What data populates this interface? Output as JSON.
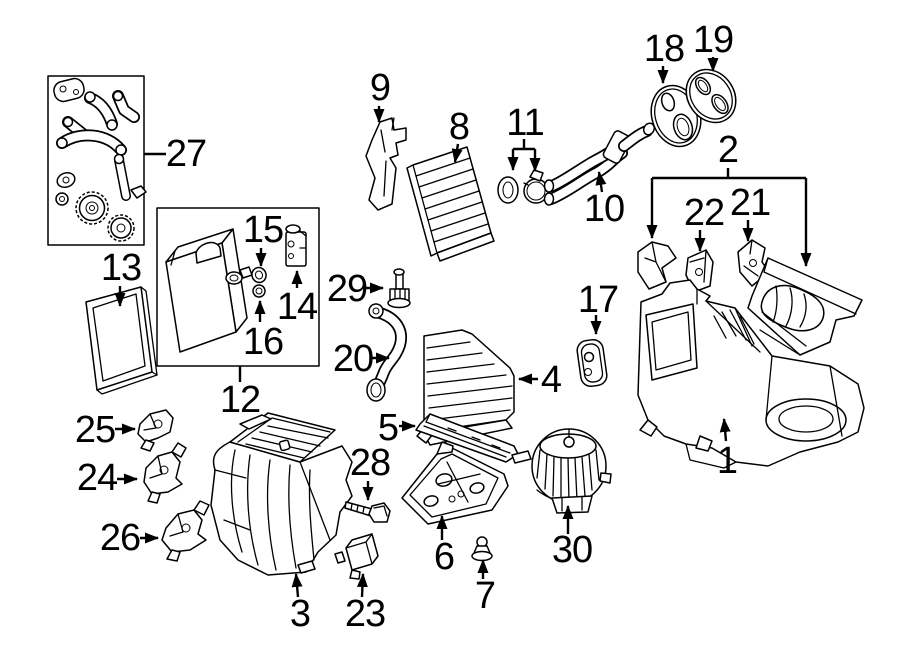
{
  "diagram": {
    "kind": "exploded-parts-diagram",
    "subject": "HVAC evaporator, heater and blower components",
    "colors": {
      "line": "#000000",
      "background": "#ffffff"
    },
    "callouts": {
      "c1": {
        "label": "1",
        "part": "hvac-housing-assembly"
      },
      "c2": {
        "label": "2",
        "part": "housing-cover-and-bracket-group"
      },
      "c3": {
        "label": "3",
        "part": "air-distribution-housing"
      },
      "c4": {
        "label": "4",
        "part": "louvered-air-duct"
      },
      "c5": {
        "label": "5",
        "part": "seal-strip"
      },
      "c6": {
        "label": "6",
        "part": "lower-mounting-plate"
      },
      "c7": {
        "label": "7",
        "part": "grommet"
      },
      "c8": {
        "label": "8",
        "part": "heater-core"
      },
      "c9": {
        "label": "9",
        "part": "side-bracket"
      },
      "c10": {
        "label": "10",
        "part": "heater-hose-assembly"
      },
      "c11": {
        "label": "11",
        "part": "hose-seal-and-clamp"
      },
      "c12": {
        "label": "12",
        "part": "evaporator-kit-box"
      },
      "c13": {
        "label": "13",
        "part": "cabin-air-filter"
      },
      "c14": {
        "label": "14",
        "part": "expansion-valve"
      },
      "c15": {
        "label": "15",
        "part": "o-ring-upper"
      },
      "c16": {
        "label": "16",
        "part": "o-ring-lower"
      },
      "c17": {
        "label": "17",
        "part": "pipe-seal-plate"
      },
      "c18": {
        "label": "18",
        "part": "firewall-gasket-inner"
      },
      "c19": {
        "label": "19",
        "part": "firewall-gasket-outer"
      },
      "c20": {
        "label": "20",
        "part": "drain-tube"
      },
      "c21": {
        "label": "21",
        "part": "mounting-bracket-right"
      },
      "c22": {
        "label": "22",
        "part": "mounting-bracket-center"
      },
      "c23": {
        "label": "23",
        "part": "servo-actuator"
      },
      "c24": {
        "label": "24",
        "part": "actuator-motor-middle"
      },
      "c25": {
        "label": "25",
        "part": "actuator-motor-top"
      },
      "c26": {
        "label": "26",
        "part": "actuator-motor-bottom"
      },
      "c27": {
        "label": "27",
        "part": "control-lever-kit-box"
      },
      "c28": {
        "label": "28",
        "part": "tapping-screw"
      },
      "c29": {
        "label": "29",
        "part": "stud-bolt"
      },
      "c30": {
        "label": "30",
        "part": "blower-motor"
      }
    }
  }
}
